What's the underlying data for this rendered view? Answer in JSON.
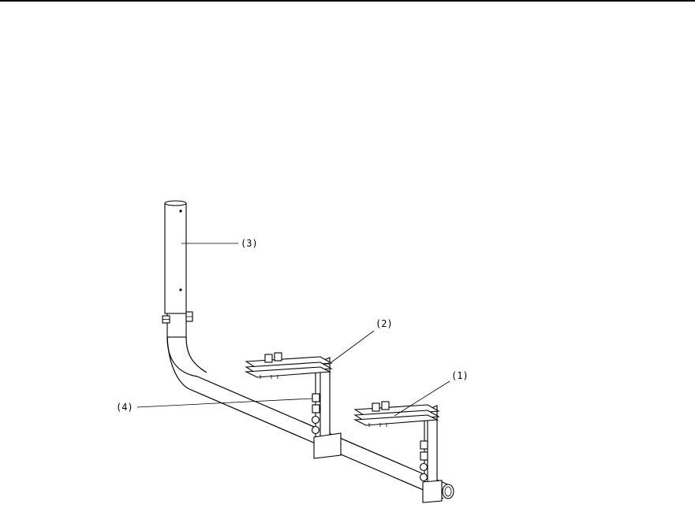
{
  "callouts": {
    "c1": "(1)",
    "c2": "(2)",
    "c3": "(3)",
    "c4": "(4)"
  }
}
